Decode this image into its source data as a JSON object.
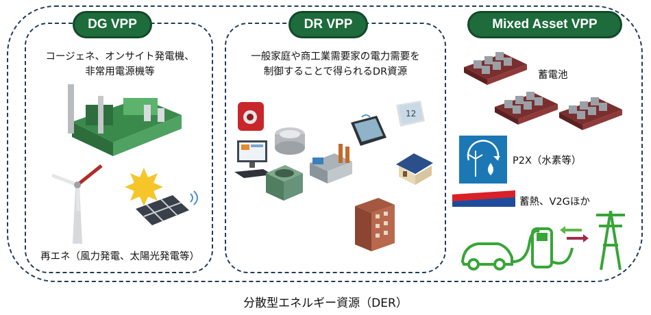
{
  "panels": {
    "dg": {
      "title": "DG VPP",
      "line1": "コージェネ、オンサイト発電機、",
      "line2": "非常用電源機等",
      "bottom": "再エネ（風力発電、太陽光発電等）"
    },
    "dr": {
      "title": "DR VPP",
      "line1": "一般家庭や商工業需要家の電力需要を",
      "line2": "制御することで得られるDR資源"
    },
    "mixed": {
      "title": "Mixed Asset VPP",
      "battery": "蓄電池",
      "p2x": "P2X（水素等）",
      "heat": "蓄熱、V2Gほか"
    }
  },
  "footer": "分散型エネルギー資源（DER）",
  "colors": {
    "green": "#1e6b3c",
    "navy": "#1f3b5a",
    "p2x_blue": "#1b78b5",
    "ev_green": "#37a537"
  },
  "icons": [
    "factory-icon",
    "wind-turbine-icon",
    "solar-panel-icon",
    "water-heater-icon",
    "smart-meter-icon",
    "computer-icon",
    "air-conditioner-icon",
    "factory-small-icon",
    "tablet-icon",
    "thermostat-icon",
    "house-icon",
    "apartment-building-icon",
    "battery-icon",
    "p2x-icon",
    "heat-storage-icon",
    "ev-charging-icon",
    "power-tower-icon"
  ]
}
